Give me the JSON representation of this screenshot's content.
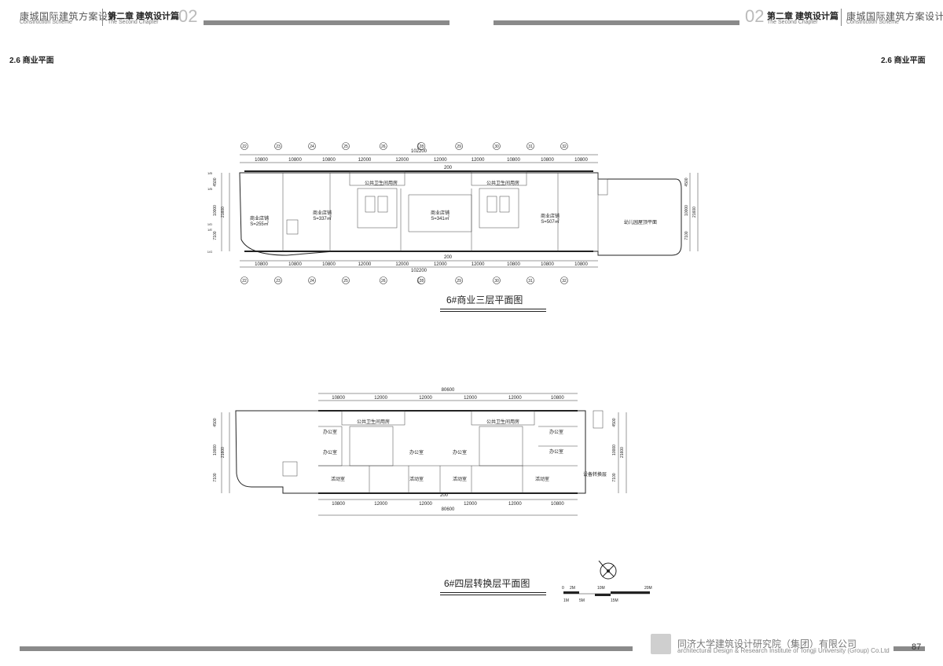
{
  "header_left": {
    "title": "康城国际建筑方案设计",
    "subtitle": "Construction Scheme",
    "chapter": "第二章 建筑设计篇",
    "chapter_sub": "The Second Chapter",
    "number": "02"
  },
  "header_right": {
    "number": "02",
    "chapter": "第二章 建筑设计篇",
    "chapter_sub": "The Second Chapter",
    "title": "康城国际建筑方案设计",
    "subtitle": "Construction Scheme"
  },
  "section_left": "2.6 商业平面",
  "section_right": "2.6 商业平面",
  "plan1": {
    "caption": "6#商业三层平面图",
    "axes": [
      "22",
      "23",
      "24",
      "25",
      "26",
      "27",
      "28",
      "29",
      "30",
      "31",
      "32"
    ],
    "spans": [
      "10800",
      "10800",
      "10800",
      "12000",
      "12000",
      "12000",
      "12000",
      "10800",
      "10800",
      "10800"
    ],
    "total": "102200",
    "gap": "200",
    "rows_left": [
      "1/B",
      "1/B",
      "1/D",
      "1/E",
      "1/G"
    ],
    "dims_left": [
      "4500",
      "10000",
      "7100"
    ],
    "dims_total": "21600",
    "labels": {
      "public_wc": "公共卫生间用房",
      "shop": "商业店铺",
      "shop1_area": "S=255㎡",
      "shop2_area": "S=337㎡",
      "shop3_area": "S=341㎡",
      "shop4_area": "S=507㎡",
      "kinder": "幼儿园屋顶平面"
    }
  },
  "plan2": {
    "caption": "6#四层转换层平面图",
    "spans": [
      "10800",
      "12000",
      "12000",
      "12000",
      "12000",
      "10800"
    ],
    "total": "80600",
    "gap": "200",
    "dims_left": [
      "4500",
      "10000",
      "7100"
    ],
    "dims_total": "21600",
    "labels": {
      "public_wc": "公共卫生间用房",
      "office": "办公室",
      "activity": "活动室",
      "equipment": "设备转换层"
    }
  },
  "scale": {
    "ticks": [
      "0",
      "2M",
      "10M",
      "20M"
    ],
    "ticks2": [
      "1M",
      "5M",
      "15M"
    ]
  },
  "footer": {
    "cn": "同济大学建筑设计研究院（集团）有限公司",
    "en": "architectural Design & Research Institute of Tongji University (Group) Co.Ltd",
    "page": "87"
  }
}
